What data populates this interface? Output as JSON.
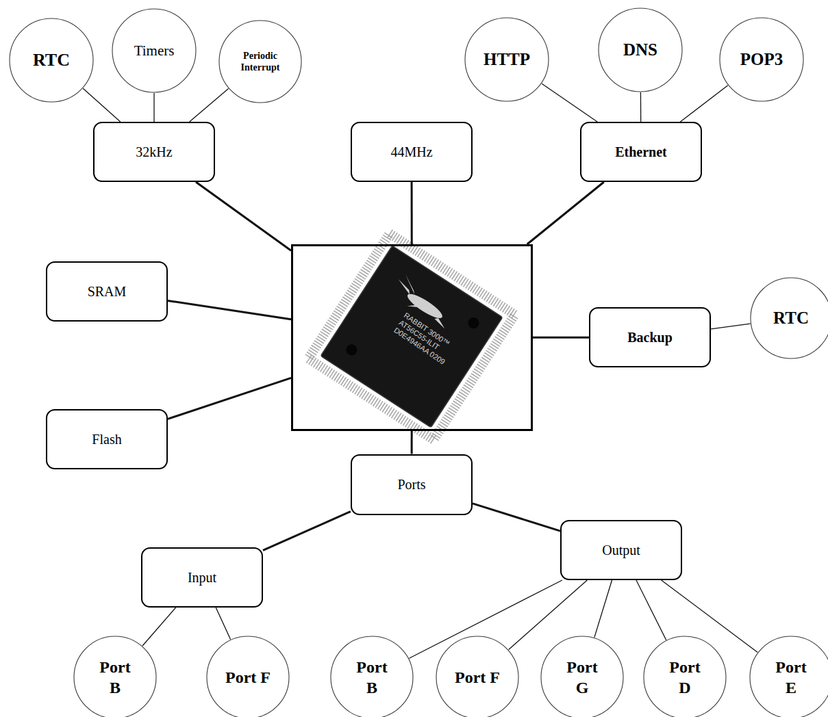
{
  "diagram": {
    "nodes": [
      {
        "text": [
          "RTC"
        ]
      },
      {
        "text": [
          "Timers"
        ]
      },
      {
        "text": [
          "Periodic Interrupt"
        ]
      },
      {
        "text": [
          "HTTP"
        ]
      },
      {
        "text": [
          "DNS"
        ]
      },
      {
        "text": [
          "POP3"
        ]
      },
      {
        "text": [
          "32kHz"
        ]
      },
      {
        "text": [
          "44MHz"
        ]
      },
      {
        "text": [
          "Ethernet"
        ]
      },
      {
        "text": [
          "SRAM"
        ]
      },
      {
        "text": [
          "RABBIT 3000™ AT56C55-ILIT D0E4946AA 0209"
        ]
      },
      {
        "text": [
          "Backup"
        ]
      },
      {
        "text": [
          "RTC"
        ]
      },
      {
        "text": [
          "Flash"
        ]
      },
      {
        "text": [
          "Ports"
        ]
      },
      {
        "text": [
          "Input"
        ]
      },
      {
        "text": [
          "Output"
        ]
      },
      {
        "text": [
          "Port B"
        ]
      },
      {
        "text": [
          "Port F"
        ]
      },
      {
        "text": [
          "Port B"
        ]
      },
      {
        "text": [
          "Port F"
        ]
      },
      {
        "text": [
          "Port G"
        ]
      },
      {
        "text": [
          "Port D"
        ]
      },
      {
        "text": [
          "Port E"
        ]
      }
    ],
    "edges": [
      {
        "from": 6,
        "to": 0,
        "arrow": "none"
      },
      {
        "from": 6,
        "to": 1,
        "arrow": "none"
      },
      {
        "from": 6,
        "to": 2,
        "arrow": "none"
      },
      {
        "from": 8,
        "to": 3,
        "arrow": "none"
      },
      {
        "from": 8,
        "to": 4,
        "arrow": "none"
      },
      {
        "from": 8,
        "to": 5,
        "arrow": "none"
      },
      {
        "from": 10,
        "to": 6,
        "arrow": "none"
      },
      {
        "from": 10,
        "to": 7,
        "arrow": "none"
      },
      {
        "from": 10,
        "to": 8,
        "arrow": "none"
      },
      {
        "from": 10,
        "to": 9,
        "arrow": "none"
      },
      {
        "from": 10,
        "to": 11,
        "arrow": "none"
      },
      {
        "from": 11,
        "to": 12,
        "arrow": "none"
      },
      {
        "from": 10,
        "to": 13,
        "arrow": "none"
      },
      {
        "from": 10,
        "to": 14,
        "arrow": "none"
      },
      {
        "from": 14,
        "to": 15,
        "arrow": "none"
      },
      {
        "from": 14,
        "to": 16,
        "arrow": "none"
      },
      {
        "from": 15,
        "to": 17,
        "arrow": "none"
      },
      {
        "from": 15,
        "to": 18,
        "arrow": "none"
      },
      {
        "from": 16,
        "to": 19,
        "arrow": "none"
      },
      {
        "from": 16,
        "to": 20,
        "arrow": "none"
      },
      {
        "from": 16,
        "to": 21,
        "arrow": "none"
      },
      {
        "from": 16,
        "to": 22,
        "arrow": "none"
      },
      {
        "from": 16,
        "to": 23,
        "arrow": "none"
      }
    ]
  }
}
